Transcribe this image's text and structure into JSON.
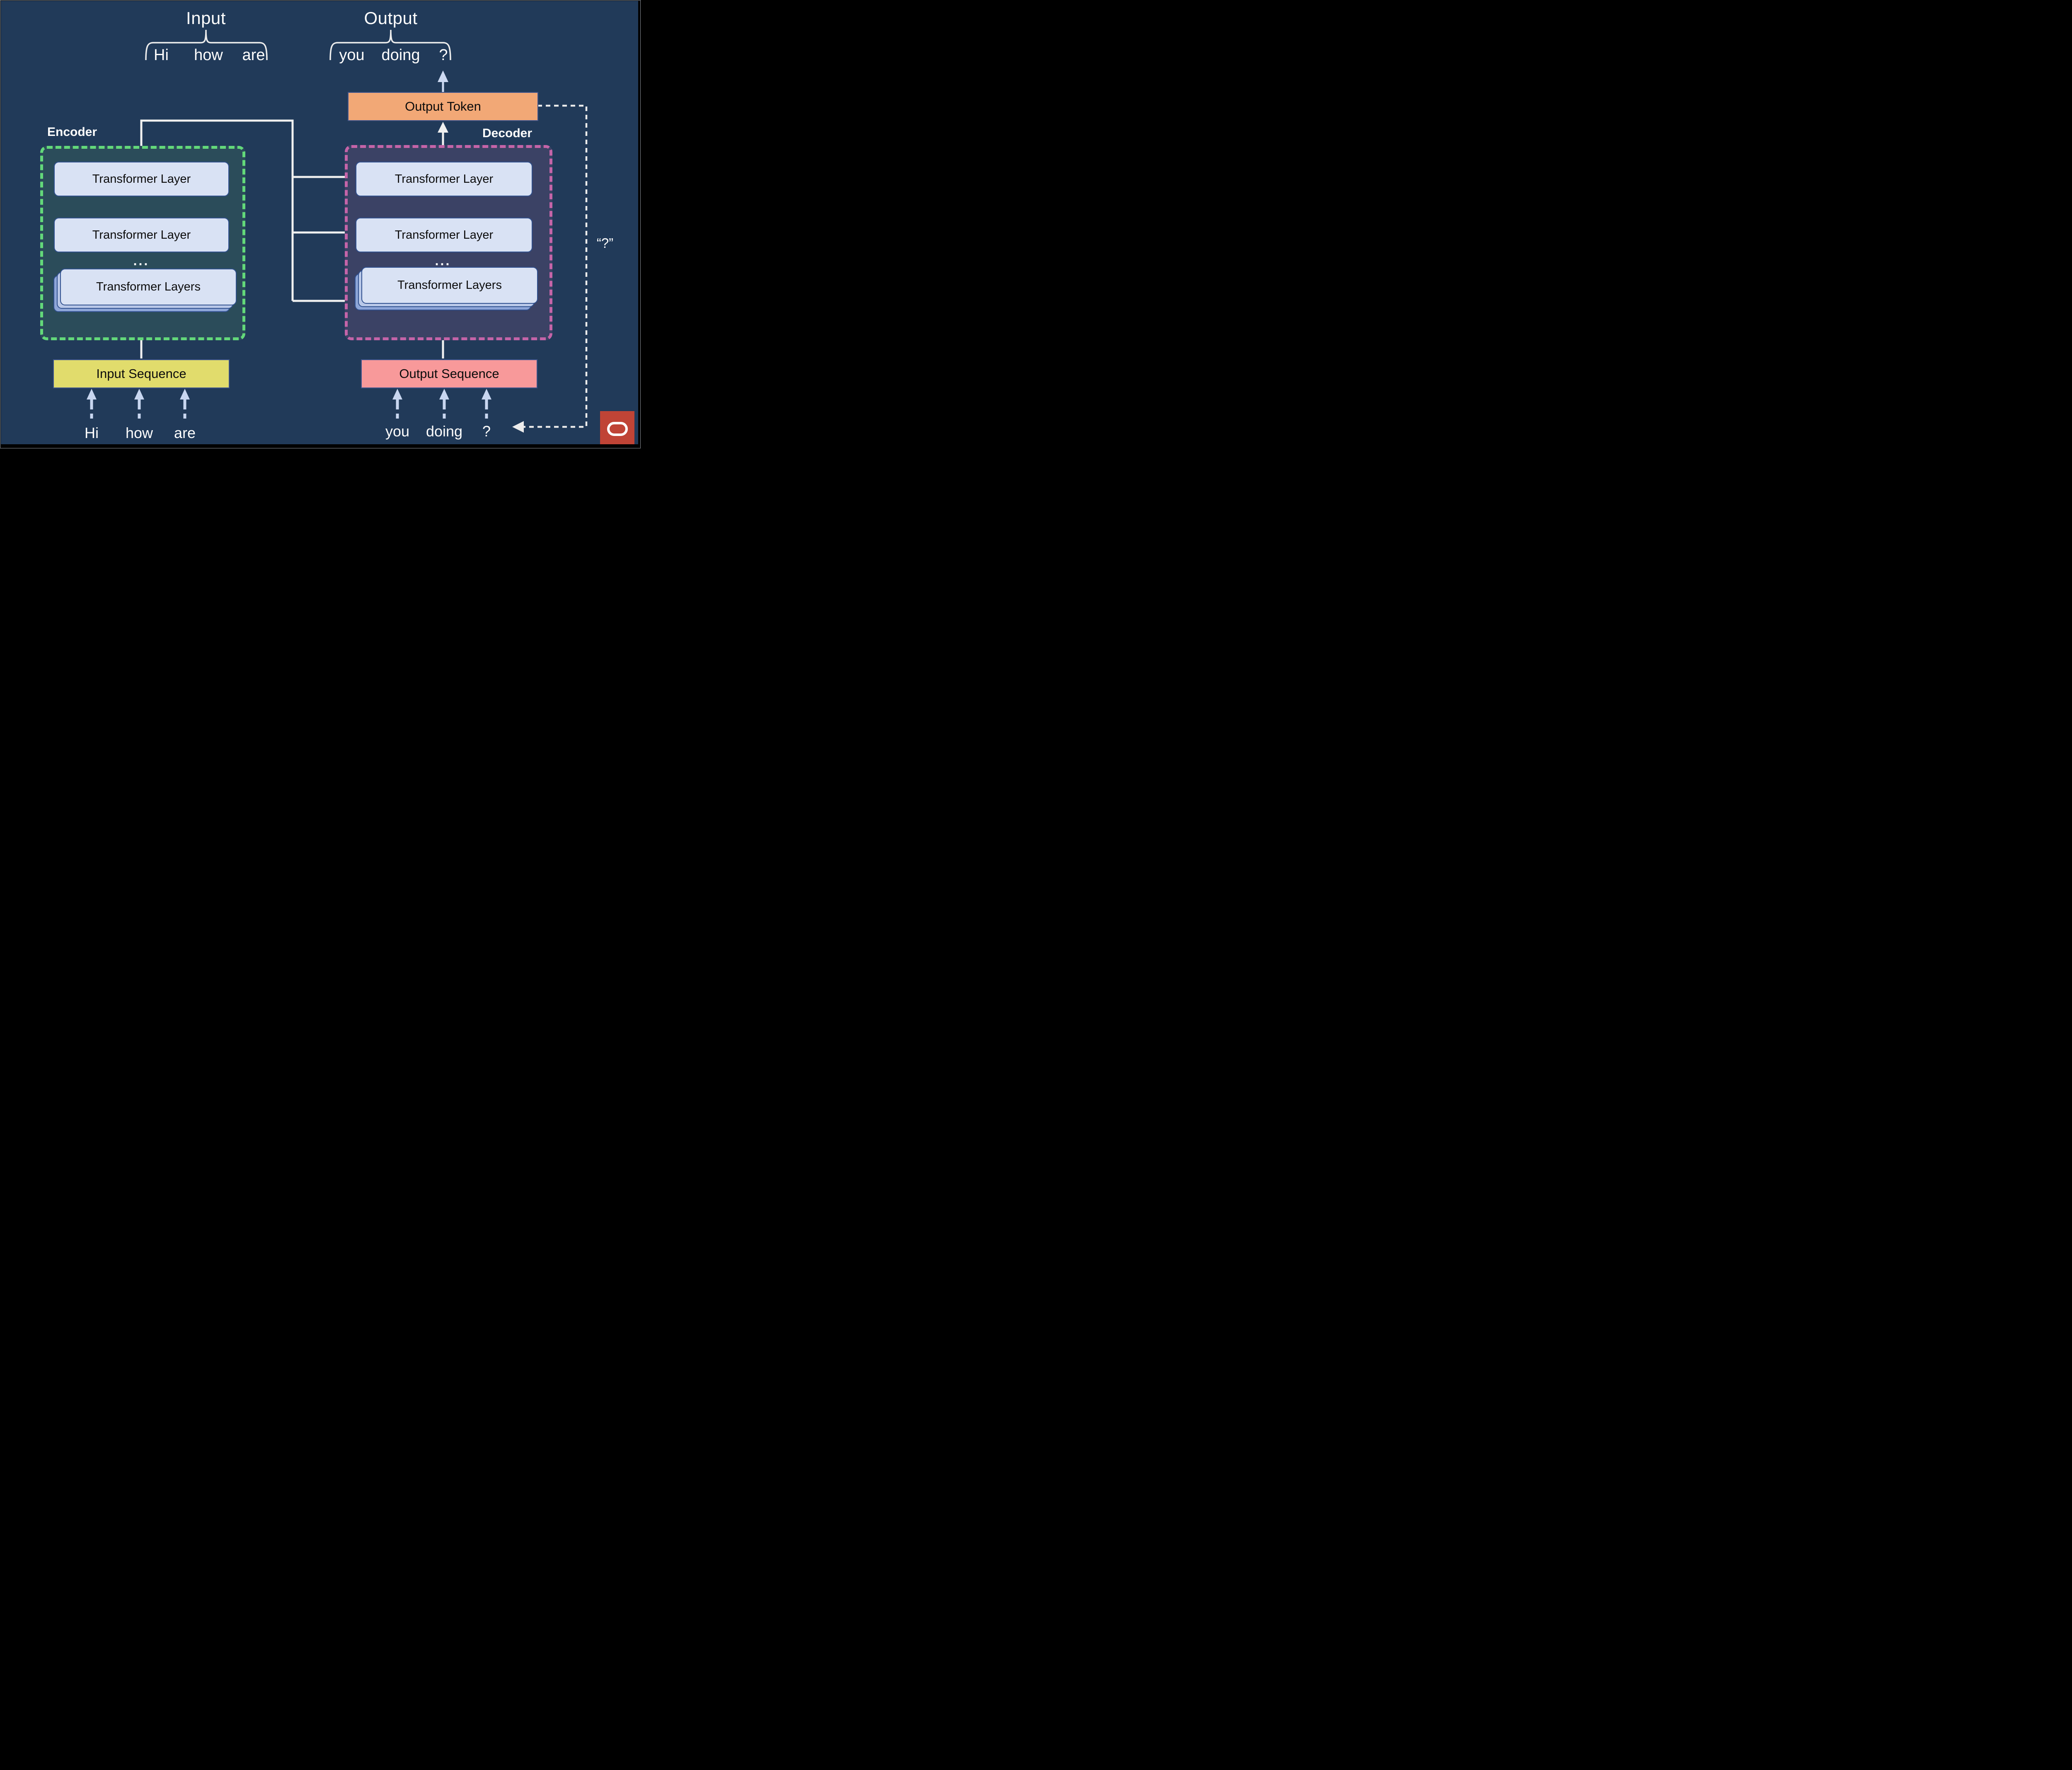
{
  "header": {
    "input_title": "Input",
    "output_title": "Output",
    "input_tokens": [
      "Hi",
      "how",
      "are"
    ],
    "output_tokens": [
      "you",
      "doing",
      "?"
    ]
  },
  "output_token": {
    "label": "Output Token"
  },
  "encoder": {
    "title": "Encoder",
    "layer1": "Transformer Layer",
    "layer2": "Transformer Layer",
    "ellipsis": "...",
    "stack_label": "Transformer Layers",
    "sequence_box": "Input Sequence",
    "tokens": [
      "Hi",
      "how",
      "are"
    ]
  },
  "decoder": {
    "title": "Decoder",
    "layer1": "Transformer Layer",
    "layer2": "Transformer Layer",
    "ellipsis": "...",
    "stack_label": "Transformer Layers",
    "sequence_box": "Output Sequence",
    "tokens": [
      "you",
      "doing",
      "?"
    ]
  },
  "feedback": {
    "label": "“?”"
  },
  "colors": {
    "background": "#213a59",
    "encoder_dash": "#63d87a",
    "encoder_fill": "#2b4c5a",
    "decoder_dash": "#c464a8",
    "decoder_fill": "#3b4265",
    "layer_fill": "#d9e2f4",
    "stack_mid": "#b9c8e8",
    "stack_back": "#8ea6d8",
    "output_token_fill": "#f2a876",
    "input_sequence_fill": "#e1dc6c",
    "output_sequence_fill": "#f8999a",
    "arrow_white": "#f0f0f0",
    "arrow_light_blue": "#c8d6f0",
    "oracle_red": "#c04436"
  }
}
